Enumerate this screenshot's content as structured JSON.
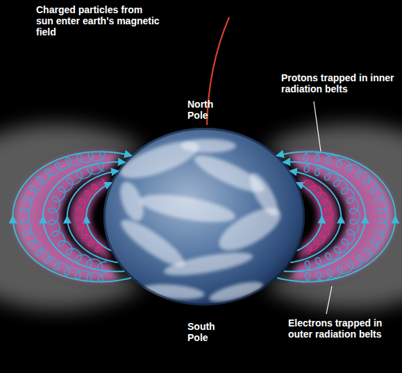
{
  "diagram": {
    "labels": [
      "Charged particles from sun enter earth's magnetic field",
      "North Pole",
      "Protons trapped in inner radiation belts",
      "South Pole",
      "Electrons trapped in outer radiation belts"
    ]
  }
}
